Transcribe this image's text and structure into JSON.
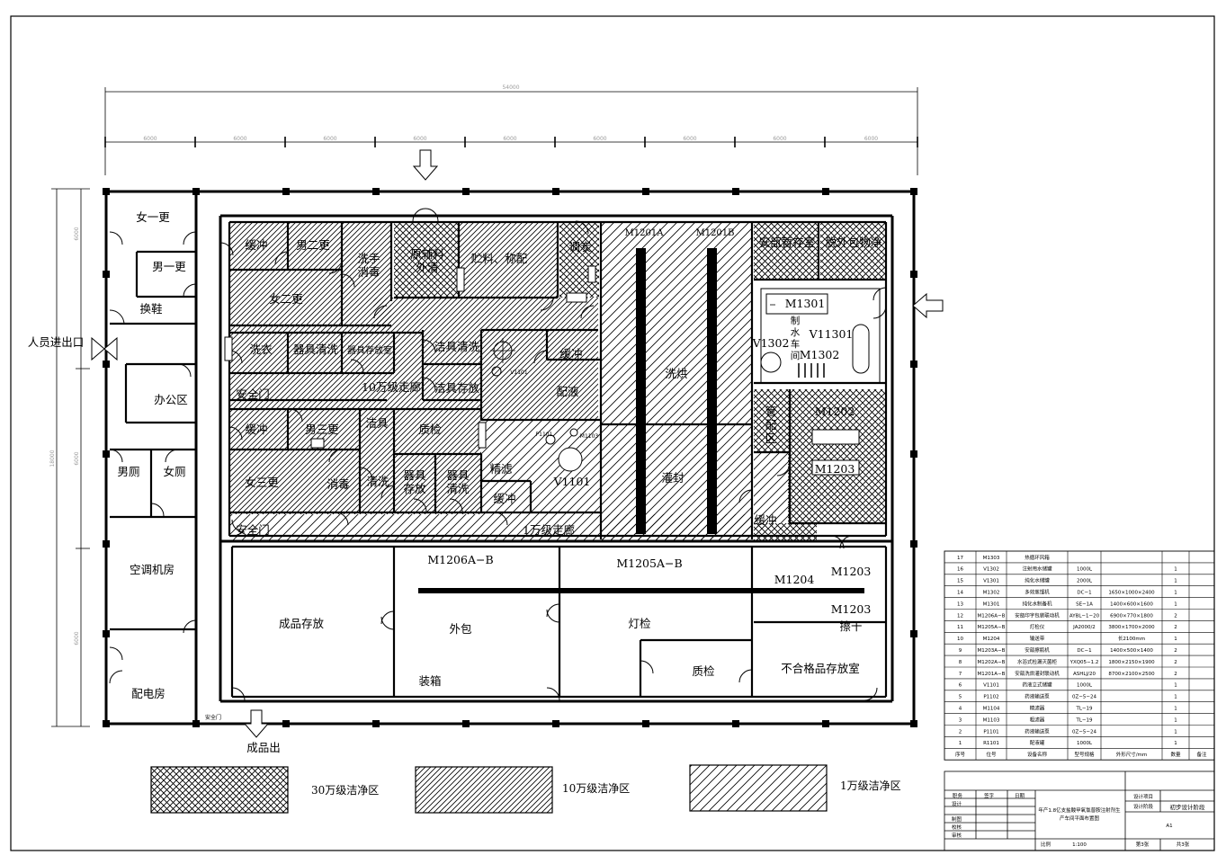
{
  "rooms": {
    "nv_yi_geng": "女一更",
    "nan_yi_geng": "男一更",
    "huan_xie": "换鞋",
    "ban_gong_qu": "办公区",
    "nan_ce": "男厕",
    "nv_ce": "女厕",
    "kong_tiao": "空调机房",
    "pei_dian": "配电房",
    "ren_yuan": "人员进出口",
    "huan_chong1": "缓冲",
    "nan_er_geng1": "男二更",
    "xi_shou": "洗手\n消毒",
    "nv_er_geng1": "女二更",
    "yuan_fu_liao": "原辅料\n外清",
    "zhu_liao": "贮料、称配",
    "tiao_xuan": "调炭",
    "anbu_zan_cun": "安瓿暂存室",
    "tuo_wai_bao": "脱外包物净",
    "xi_yi": "洗衣",
    "qi_ju_qing_xi1": "器具清洗",
    "qi_ju_cun_fang1": "器具存放室",
    "jie_ju_qing_xi": "洁具清洗",
    "jie_ju_cun_fang": "洁具存放",
    "an_quan_men1": "安全门",
    "zou_lang_10w": "10万级走廊",
    "huan_chong2": "缓冲",
    "pei_ye": "配液",
    "xi_hong": "洗烘",
    "huan_chong3": "缓冲",
    "nan_san_geng": "男三更",
    "jie_ju2": "洁具",
    "zhi_jian1": "质检",
    "nv_san_geng": "女三更",
    "xiao_du": "消毒",
    "qing_xi2": "清洗",
    "qi_ju_cun_fang2": "器具\n存放",
    "qi_ju_qing_xi2": "器具\n清洗",
    "jing_lv": "精滤",
    "huan_chong4": "缓冲",
    "guan_feng": "灌封",
    "guan_pei_qu": "管\n配\n区",
    "huan_chong5": "缓冲",
    "an_quan_men2": "安全门",
    "zou_lang_1w": "1万级走廊",
    "cheng_pin_cun_fang": "成品存放",
    "wai_bao": "外包",
    "zhuang_xiang": "装箱",
    "deng_jian": "灯检",
    "zhi_jian2": "质检",
    "bu_he_ge": "不合格品存放室",
    "ca_gan": "擦干",
    "cheng_pin_chu": "成品出",
    "an_quan_men3": "安全门",
    "zhi_shui": "制\n水\n车\n间"
  },
  "equipment": {
    "m1201a": "M1201A",
    "m1201b": "M1201B",
    "m1301": "M1301",
    "v1302": "V1302",
    "v11301": "V11301",
    "m1302": "M1302",
    "m1202": "M1202",
    "m1203_top": "M1203",
    "m1206": "M1206A−B",
    "m1205": "M1205A−B",
    "m1204": "M1204",
    "m1203": "M1203",
    "m1203b": "M1203",
    "v1101": "V1101",
    "v1101_small": "V1101",
    "p1101": "P1101",
    "m1103": "M1103"
  },
  "dimensions": {
    "total_width": "54000",
    "bay": "6000",
    "depth": "18000",
    "side_bay": "6000"
  },
  "legend": [
    {
      "key": "cross",
      "label": "30万级洁净区"
    },
    {
      "key": "dense",
      "label": "10万级洁净区"
    },
    {
      "key": "sparse",
      "label": "1万级洁净区"
    }
  ],
  "equipment_table": {
    "headers": [
      "序号",
      "位号",
      "设备名称",
      "型号规格",
      "外形尺寸/mm",
      "数量",
      "备注"
    ],
    "rows": [
      [
        "17",
        "M1303",
        "热循环风箱",
        "",
        "",
        "",
        ""
      ],
      [
        "16",
        "V1302",
        "注射用水储罐",
        "1000L",
        "",
        "1",
        ""
      ],
      [
        "15",
        "V1301",
        "纯化水储罐",
        "2000L",
        "",
        "1",
        ""
      ],
      [
        "14",
        "M1302",
        "多效蒸馏机",
        "DC−1",
        "1650×1000×2400",
        "1",
        ""
      ],
      [
        "13",
        "M1301",
        "纯化水制备机",
        "SE−1A",
        "1400×600×1600",
        "1",
        ""
      ],
      [
        "12",
        "M1206A−B",
        "安瓿印字包装联动机",
        "AYBL−1−20",
        "6900×770×1800",
        "2",
        ""
      ],
      [
        "11",
        "M1205A−B",
        "灯检仪",
        "JA2000/2",
        "3800×1700×2000",
        "2",
        ""
      ],
      [
        "10",
        "M1204",
        "输送带",
        "",
        "长2100mm",
        "1",
        ""
      ],
      [
        "9",
        "M1203A−B",
        "安瓿擦瓶机",
        "DC−1",
        "1400×500×1400",
        "2",
        ""
      ],
      [
        "8",
        "M1202A−B",
        "水浴式检漏灭菌柜",
        "YXQ05−1.2",
        "1800×2150×1900",
        "2",
        ""
      ],
      [
        "7",
        "M1201A−B",
        "安瓿洗烘灌封联动机",
        "ASHLJ/20",
        "8700×2100×2500",
        "2",
        ""
      ],
      [
        "6",
        "V1101",
        "药液立式储罐",
        "1000L",
        "",
        "1",
        ""
      ],
      [
        "5",
        "P1102",
        "药液输送泵",
        "0Z−5−24",
        "",
        "1",
        ""
      ],
      [
        "4",
        "M1104",
        "精滤器",
        "TL−19",
        "",
        "1",
        ""
      ],
      [
        "3",
        "M1103",
        "粗滤器",
        "TL−19",
        "",
        "1",
        ""
      ],
      [
        "2",
        "P1101",
        "药液输送泵",
        "0Z−5−24",
        "",
        "1",
        ""
      ],
      [
        "1",
        "R1101",
        "配液罐",
        "1000L",
        "",
        "1",
        ""
      ]
    ]
  },
  "title_block": {
    "zhi_wu": "职务",
    "qian_zi": "签字",
    "ri_qi": "日期",
    "she_ji": "设计",
    "zhi_tu": "制图",
    "jiao_he": "校核",
    "shen_he": "审核",
    "she_ji_xiang_mu": "设计项目",
    "she_ji_jie_duan": "设计阶段",
    "chu_bu": "初步设计阶段",
    "project_line1": "年产1.8亿支盐酸甲氧氯普胺注射剂生",
    "project_line2": "产车间平面布置图",
    "sheet": "A1",
    "bi_li_label": "比例",
    "bi_li": "1:100",
    "page": "第3张",
    "total": "共3张"
  }
}
